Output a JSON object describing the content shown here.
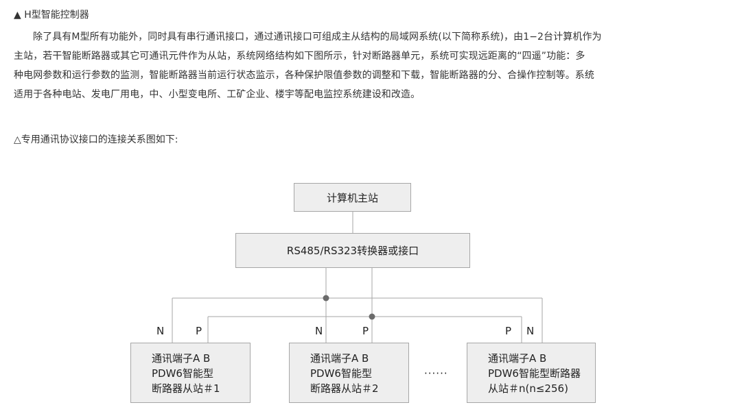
{
  "heading": "▲ H型智能控制器",
  "paragraph_lines": [
    "除了具有M型所有功能外，同时具有串行通讯接口，通过通讯接口可组成主从结构的局域网系统(以下简称系统)，由1−2台计算机作为",
    "主站，若干智能断路器或其它可通讯元件作为从站，系统网络结构如下图所示，针对断路器单元，系统可实现远距离的“四遥”功能：多",
    "种电网参数和运行参数的监测，智能断路器当前运行状态监示，各种保护限值参数的调整和下载，智能断路器的分、合操作控制等。系统",
    "适用于各种电站、发电厂用电，中、小型变电所、工矿企业、楼宇等配电监控系统建设和改造。"
  ],
  "subheading": "△专用通讯协议接口的连接关系图如下:",
  "diagram": {
    "master": "计算机主站",
    "converter": "RS485/RS323转换器或接口",
    "slaves": [
      {
        "lines": [
          "通讯端子A B",
          "PDW6智能型",
          "断路器从站＃1"
        ],
        "left_label": "N",
        "right_label": "P"
      },
      {
        "lines": [
          "通讯端子A B",
          "PDW6智能型",
          "断路器从站＃2"
        ],
        "left_label": "N",
        "right_label": "P"
      },
      {
        "lines": [
          "通讯端子A B",
          "PDW6智能型断路器",
          "从站＃n(n≤256)"
        ],
        "left_label": "P",
        "right_label": "N"
      }
    ],
    "ellipsis": "······",
    "colors": {
      "box_fill": "#eeeeee",
      "box_border": "#a6a6a6",
      "wire": "#a6a6a6",
      "junction": "#6b6b6b"
    }
  }
}
